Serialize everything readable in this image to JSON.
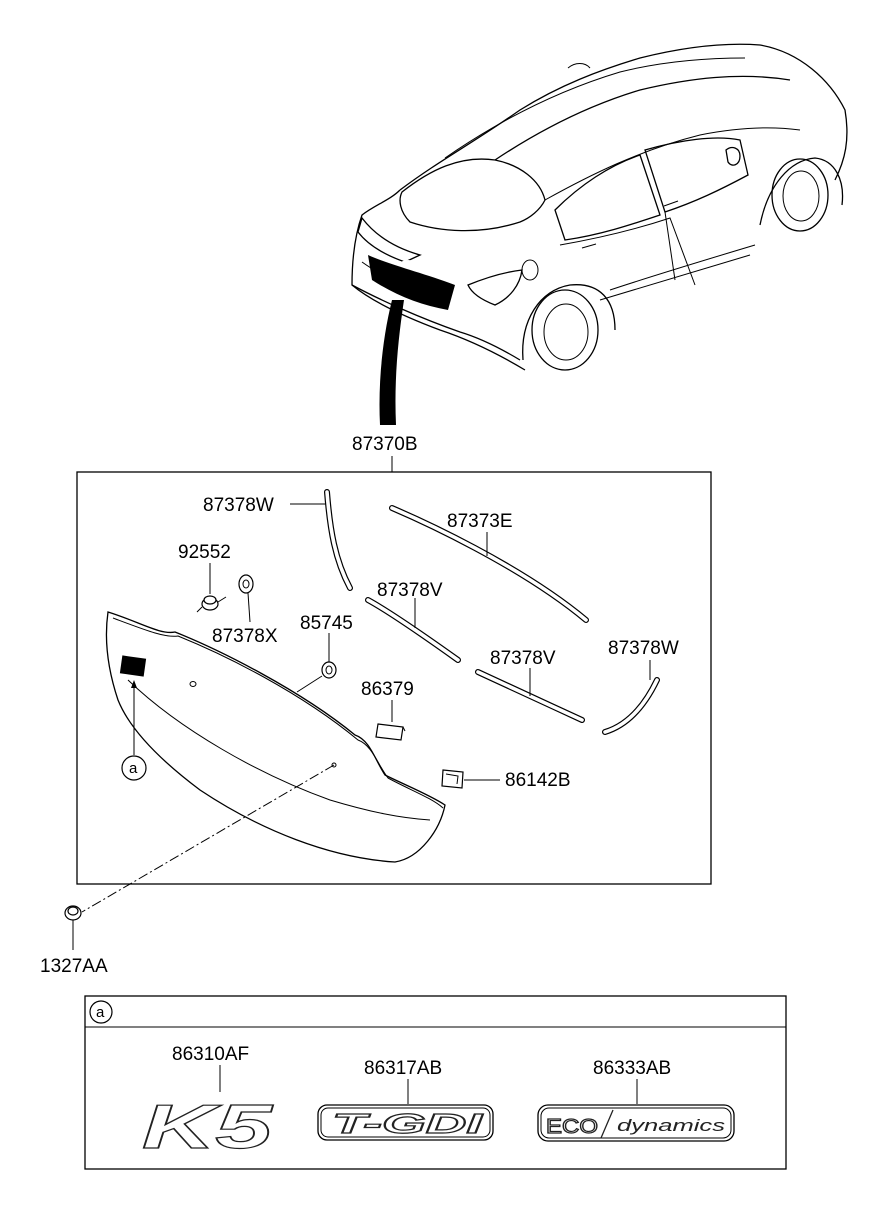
{
  "labels": {
    "assembly": "87370B",
    "strip_left_w": "87378W",
    "strip_top": "87373E",
    "clip_92552": "92552",
    "strip_left_v": "87378V",
    "washer_x": "87378X",
    "grommet": "85745",
    "strip_right_v": "87378V",
    "strip_right_w": "87378W",
    "pad": "86379",
    "clip_b": "86142B",
    "nut": "1327AA",
    "badge_k5": "86310AF",
    "badge_tgdi": "86317AB",
    "badge_eco": "86333AB"
  },
  "callouts": {
    "marker_letter": "a",
    "detail_letter": "a"
  },
  "emblems": {
    "k5_text": "K5",
    "tgdi_text": "T-GDI",
    "eco_left": "ECO",
    "eco_right": "dynamics"
  }
}
